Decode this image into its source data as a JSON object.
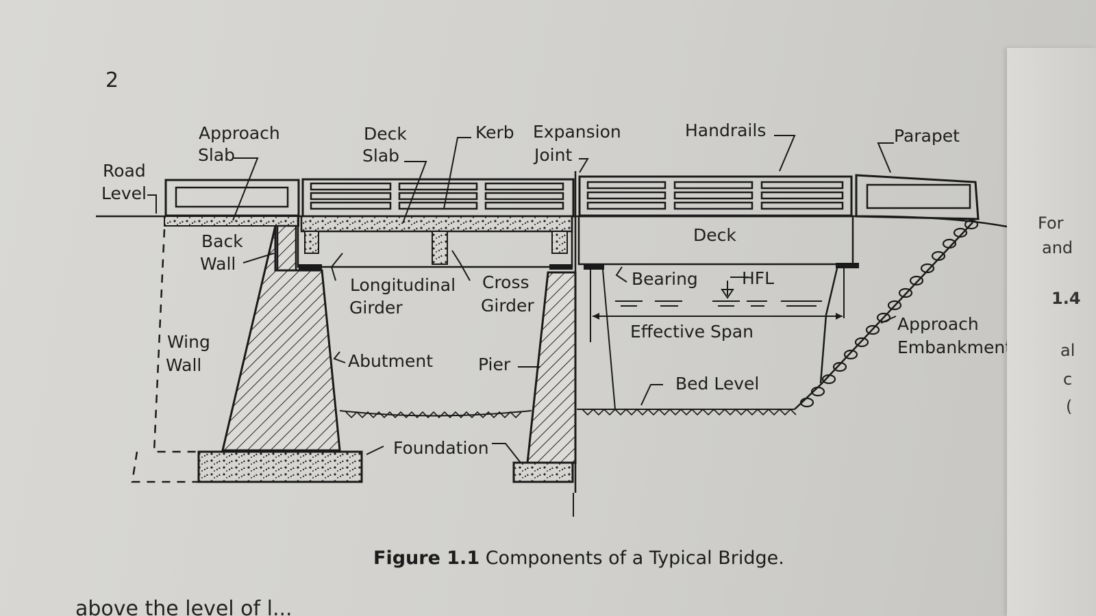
{
  "page": {
    "number": "2",
    "caption_label": "Figure 1.1",
    "caption_text": "Components of a Typical Bridge.",
    "bottom_text": "above the level of l..."
  },
  "diagram": {
    "labels": {
      "road_level_1": "Road",
      "road_level_2": "Level",
      "approach_slab_1": "Approach",
      "approach_slab_2": "Slab",
      "deck_slab_1": "Deck",
      "deck_slab_2": "Slab",
      "kerb": "Kerb",
      "expansion_joint_1": "Expansion",
      "expansion_joint_2": "Joint",
      "handrails": "Handrails",
      "parapet": "Parapet",
      "back_wall_1": "Back",
      "back_wall_2": "Wall",
      "deck": "Deck",
      "longitudinal_girder_1": "Longitudinal",
      "longitudinal_girder_2": "Girder",
      "cross_girder_1": "Cross",
      "cross_girder_2": "Girder",
      "bearing": "Bearing",
      "hfl": "HFL",
      "effective_span": "Effective Span",
      "wing_wall_1": "Wing",
      "wing_wall_2": "Wall",
      "abutment": "Abutment",
      "pier": "Pier",
      "approach_embankment_1": "Approach",
      "approach_embankment_2": "Embankment",
      "bed_level": "Bed Level",
      "foundation": "Foundation"
    }
  },
  "next_page_fragments": [
    "For",
    "and",
    "1.4",
    "al",
    "c",
    "("
  ]
}
